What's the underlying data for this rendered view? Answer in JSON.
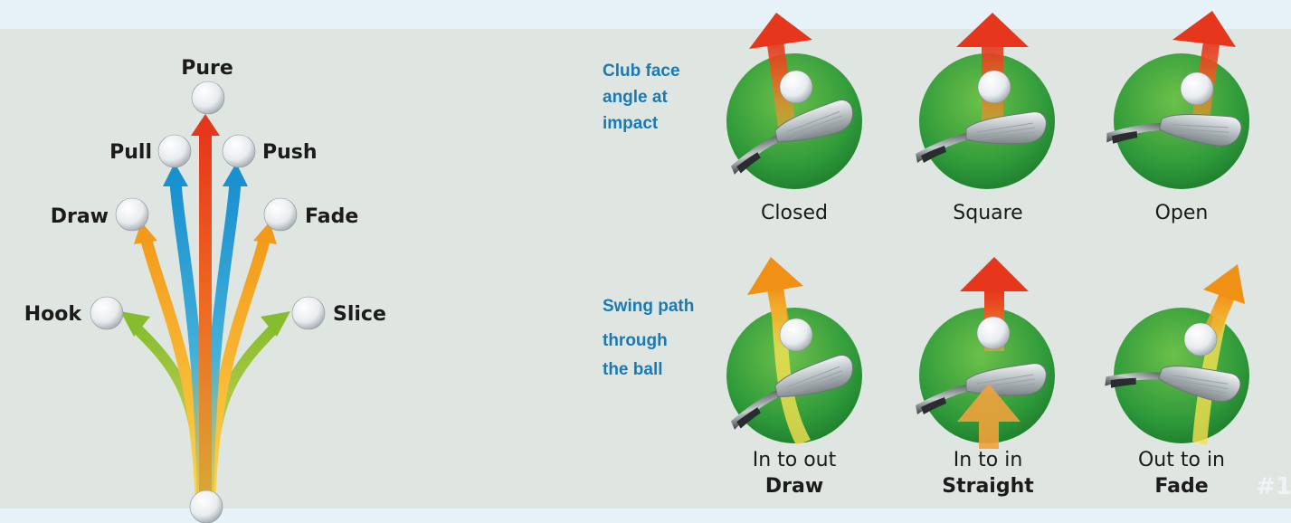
{
  "trajectory_diagram": {
    "pure": "Pure",
    "pull": "Pull",
    "push": "Push",
    "draw": "Draw",
    "fade": "Fade",
    "hook": "Hook",
    "slice": "Slice"
  },
  "club_face": {
    "heading_line1": "Club face",
    "heading_line2": "angle at",
    "heading_line3": "impact",
    "closed": "Closed",
    "square": "Square",
    "open": "Open"
  },
  "swing_path": {
    "heading_line1": "Swing path",
    "heading_line2": "through",
    "heading_line3": "the ball",
    "in_to_out": "In to out",
    "in_to_out_result": "Draw",
    "in_to_in": "In to in",
    "in_to_in_result": "Straight",
    "out_to_in": "Out to in",
    "out_to_in_result": "Fade"
  },
  "page_number": "#1",
  "colors": {
    "pure": "#e9431f",
    "pull_push": "#1d9ad6",
    "draw_fade": "#f49b1c",
    "hook_slice": "#7fb52a",
    "teal_text": "#1a7ab4",
    "green_disc": "#2f9a3a"
  }
}
